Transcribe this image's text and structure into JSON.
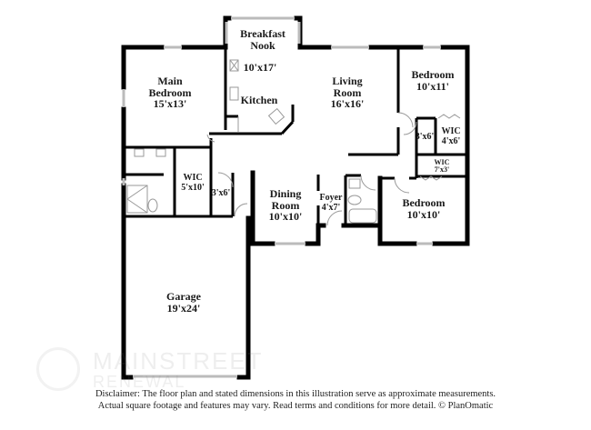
{
  "floorplan": {
    "rooms": [
      {
        "id": "breakfast-nook",
        "name": "Breakfast Nook",
        "name_line1": "Breakfast",
        "name_line2": "Nook",
        "dimensions": ""
      },
      {
        "id": "kitchen",
        "name": "Kitchen",
        "dimensions": "10'x17'"
      },
      {
        "id": "main-bedroom",
        "name": "Main Bedroom",
        "name_line1": "Main",
        "name_line2": "Bedroom",
        "dimensions": "15'x13'"
      },
      {
        "id": "living-room",
        "name": "Living Room",
        "name_line1": "Living",
        "name_line2": "Room",
        "dimensions": "16'x16'"
      },
      {
        "id": "bedroom-2",
        "name": "Bedroom",
        "dimensions": "10'x11'"
      },
      {
        "id": "closet-3x6-east",
        "name": "",
        "dimensions": "3'x6'"
      },
      {
        "id": "wic-4x6",
        "name": "WIC",
        "dimensions": "4'x6'"
      },
      {
        "id": "wic-7x3",
        "name": "WIC",
        "dimensions": "7'x3'"
      },
      {
        "id": "bedroom-3",
        "name": "Bedroom",
        "dimensions": "10'x10'"
      },
      {
        "id": "wic-5x10",
        "name": "WIC",
        "dimensions": "5'x10'"
      },
      {
        "id": "closet-3x6-west",
        "name": "",
        "dimensions": "3'x6'"
      },
      {
        "id": "dining-room",
        "name": "Dining Room",
        "name_line1": "Dining",
        "name_line2": "Room",
        "dimensions": "10'x10'"
      },
      {
        "id": "foyer",
        "name": "Foyer",
        "dimensions": "4'x7'"
      },
      {
        "id": "garage",
        "name": "Garage",
        "dimensions": "19'x24'"
      }
    ],
    "colors": {
      "wall": "#000000",
      "window": "#cccccc",
      "fixture": "#999999",
      "background": "#ffffff"
    }
  },
  "watermark": {
    "line1": "MAINSTREET",
    "line2": "RENEWAL"
  },
  "disclaimer": {
    "line1": "Disclaimer: The floor plan and stated dimensions in this illustration serve as approximate measurements.",
    "line2": "Actual square footage and features may vary. Read terms and conditions for more detail. © PlanOmatic"
  }
}
